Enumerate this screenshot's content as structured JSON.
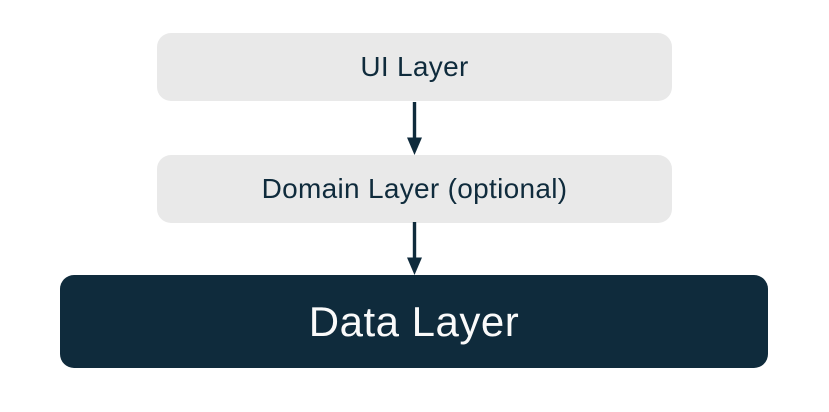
{
  "diagram": {
    "layers": [
      {
        "id": "ui",
        "label": "UI Layer"
      },
      {
        "id": "domain",
        "label": "Domain Layer (optional)"
      },
      {
        "id": "data",
        "label": "Data Layer"
      }
    ],
    "connections": [
      {
        "from": "ui",
        "to": "domain",
        "arrow_icon": "arrow-down-icon"
      },
      {
        "from": "domain",
        "to": "data",
        "arrow_icon": "arrow-down-icon"
      }
    ],
    "colors": {
      "box_light_bg": "#e9e9e9",
      "box_dark_bg": "#0f2b3c",
      "text_dark": "#0f2b3c",
      "text_light": "#fafafa",
      "arrow": "#0f2b3c",
      "background": "#ffffff"
    }
  }
}
